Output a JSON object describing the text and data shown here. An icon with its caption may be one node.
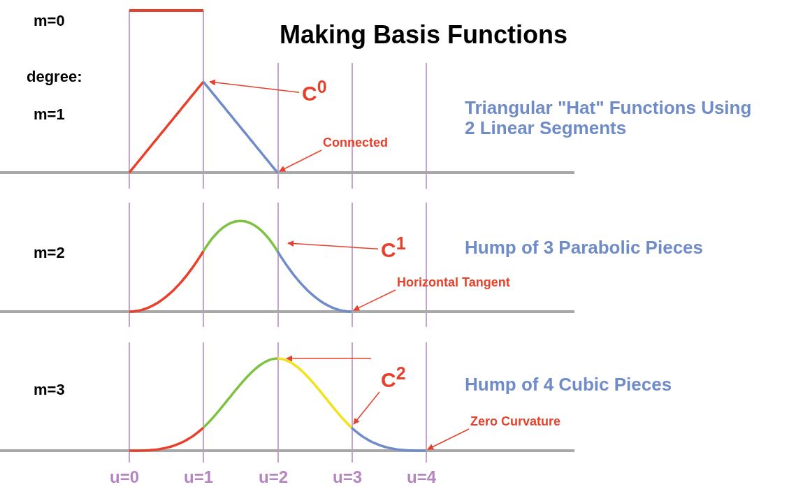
{
  "diagram": {
    "title": "Making Basis Functions",
    "nodes": [
      {
        "text": [
          "C$^{0}$"
        ]
      },
      {
        "text": [
          "Connected"
        ]
      },
      {
        "text": [
          "C$^{1}$"
        ]
      },
      {
        "text": [
          "Horizontal Tangent"
        ]
      },
      {
        "text": [
          "C$^{2}$"
        ]
      },
      {
        "text": [
          "Zero Curvature"
        ]
      }
    ],
    "edges": [
      {
        "from": 0,
        "to": null,
        "arrow": "to"
      },
      {
        "from": 1,
        "to": null,
        "arrow": "to"
      },
      {
        "from": 2,
        "to": null,
        "arrow": "to"
      },
      {
        "from": 3,
        "to": null,
        "arrow": "to"
      },
      {
        "from": 4,
        "to": null,
        "arrow": "to"
      },
      {
        "from": 4,
        "to": null,
        "arrow": "to"
      },
      {
        "from": 5,
        "to": null,
        "arrow": "to"
      }
    ],
    "labels": [
      "m=0",
      "degree:",
      "m=1",
      "Triangular \"Hat\" Functions Using 2 Linear Segments",
      "m=2",
      "Hump of 3 Parabolic Pieces",
      "m=3",
      "Hump of 4 Cubic Pieces",
      "u=0",
      "u=1",
      "u=2",
      "u=3",
      "u=4"
    ]
  }
}
